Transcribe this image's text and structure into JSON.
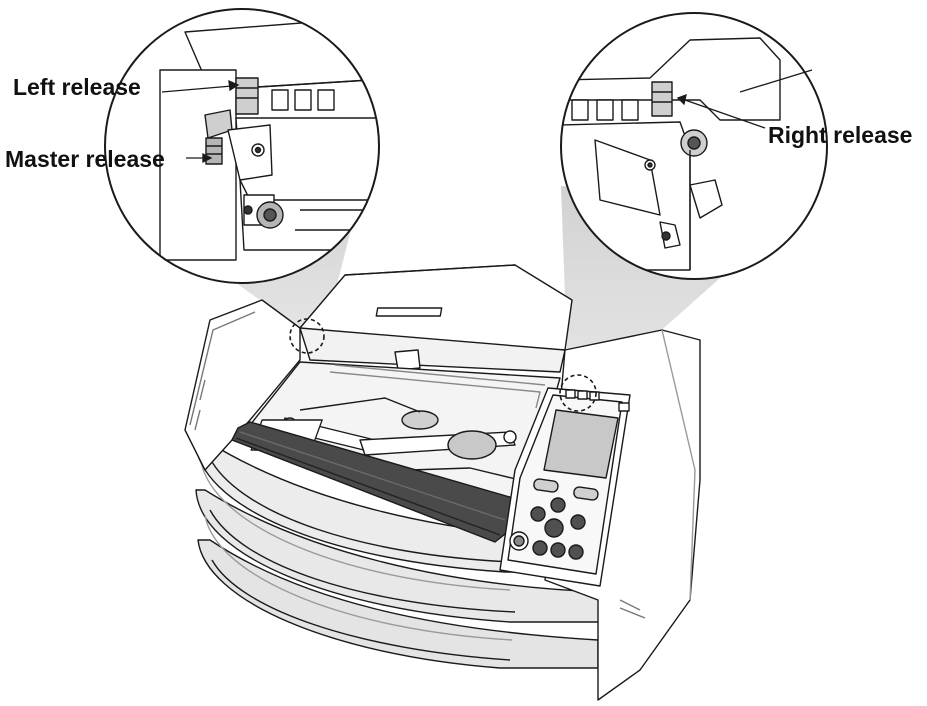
{
  "callouts": {
    "left_release": "Left release",
    "master_release": "Master release",
    "right_release": "Right release"
  },
  "colors": {
    "line": "#1a1a1a",
    "body_fill": "#ffffff",
    "light_gray": "#dcdcdc",
    "mid_gray": "#b5b5b5",
    "dark_band": "#4a4a4a",
    "screen": "#c8c8c8"
  },
  "icons": [
    "scanner-illustration",
    "magnifier-circle-left",
    "magnifier-circle-right"
  ]
}
